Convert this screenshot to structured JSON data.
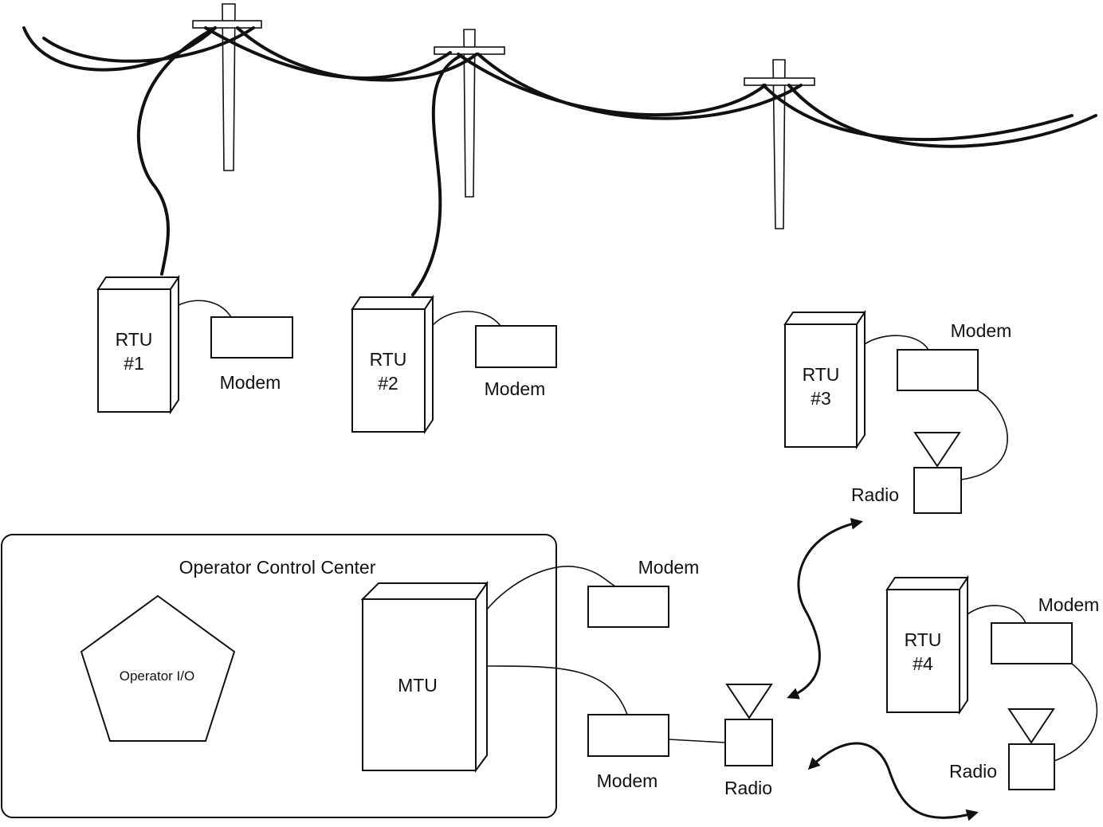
{
  "center": {
    "title": "Operator Control Center",
    "operator": "Operator I/O",
    "mtu": "MTU"
  },
  "rtus": [
    {
      "line1": "RTU",
      "line2": "#1"
    },
    {
      "line1": "RTU",
      "line2": "#2"
    },
    {
      "line1": "RTU",
      "line2": "#3"
    },
    {
      "line1": "RTU",
      "line2": "#4"
    }
  ],
  "labels": {
    "modem_rtu1": "Modem",
    "modem_rtu2": "Modem",
    "modem_rtu3": "Modem",
    "modem_rtu4": "Modem",
    "modem_mtu_top": "Modem",
    "modem_mtu_bottom": "Modem",
    "radio_mtu": "Radio",
    "radio_rtu3": "Radio",
    "radio_rtu4": "Radio"
  }
}
